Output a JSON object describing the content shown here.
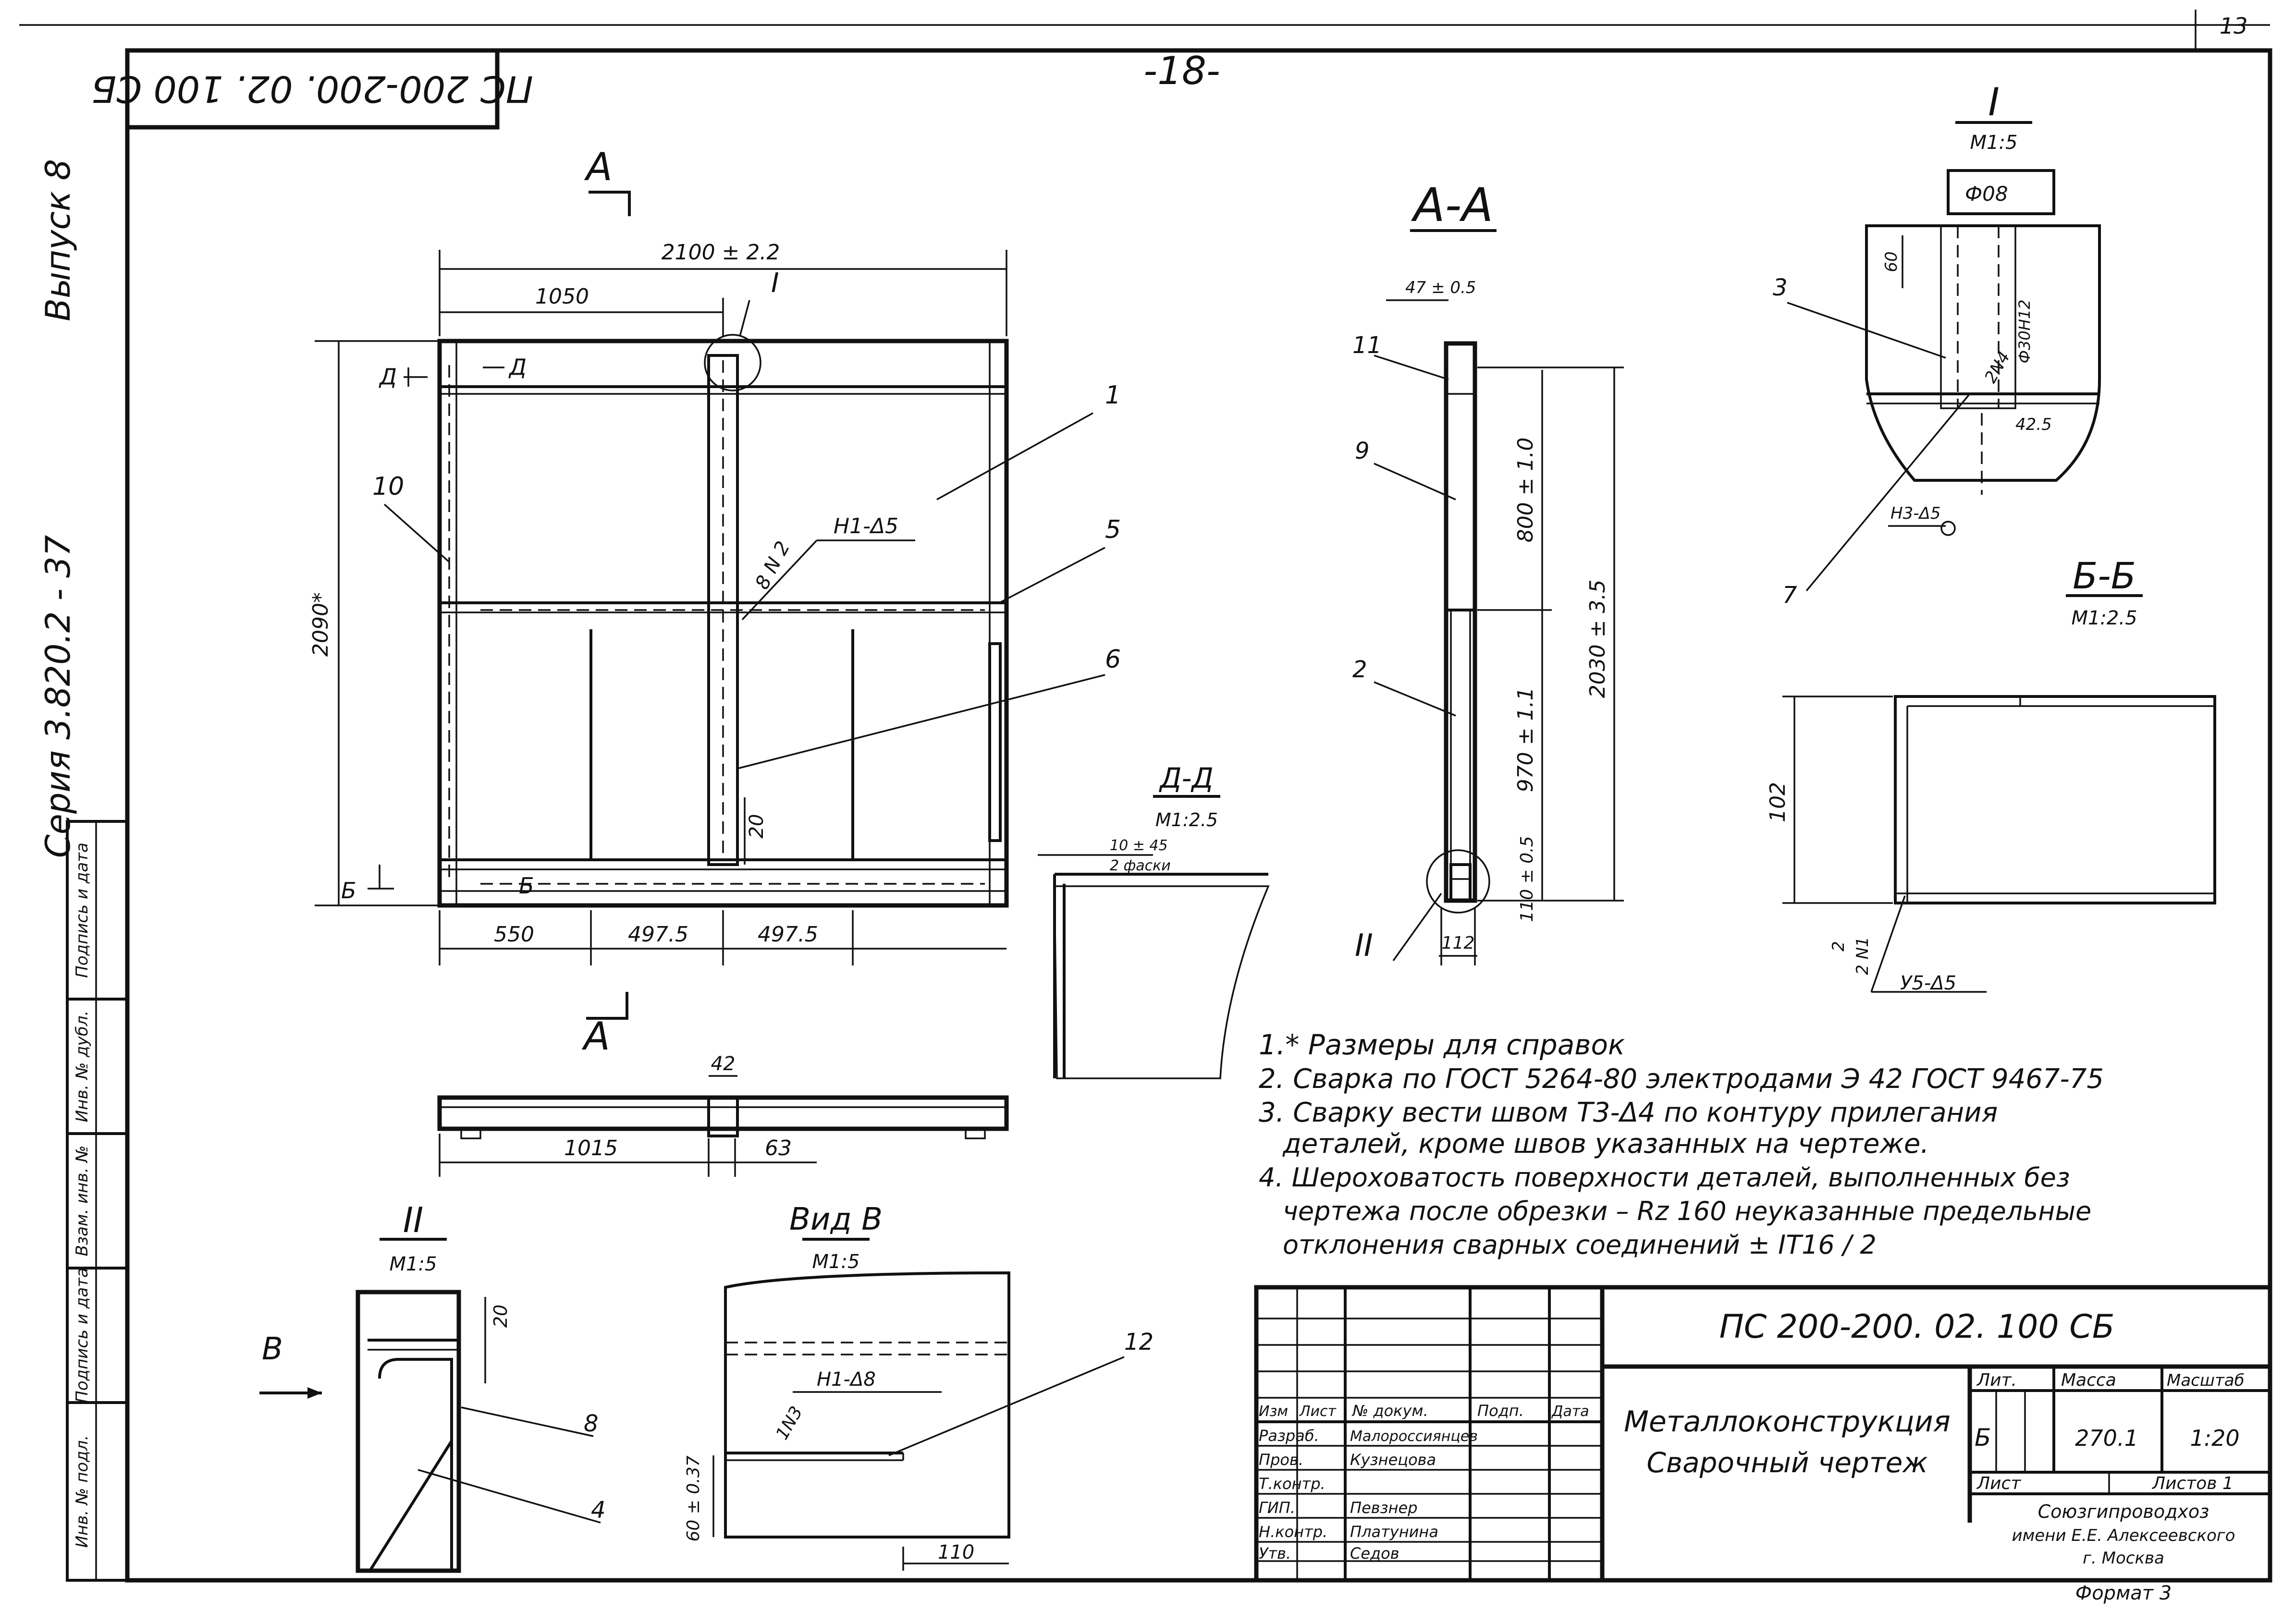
{
  "header": {
    "page_marker": "-18-",
    "corner_number": "13",
    "mirrored_code": "ПС 200-200. 02. 100 СБ",
    "side_series": "Серия 3.820.2 - 37",
    "side_issue": "Выпуск 8"
  },
  "side_stamp": {
    "cells": [
      "Инв. № подл.",
      "Подпись и дата",
      "Взам. инв. №",
      "Инв. № дубл.",
      "Подпись и дата"
    ]
  },
  "main_view": {
    "section_mark_top": "А",
    "section_mark_bottom": "А",
    "detail_mark": "I",
    "overall_width": "2100 ± 2.2",
    "half_width": "1050",
    "height": "2090*",
    "cut_left": "Д",
    "cut_right": "Д",
    "bottom_cut_left": "Б",
    "bottom_cut_right": "Б",
    "bottom_dims": [
      "550",
      "497.5",
      "497.5"
    ],
    "gap_dim": "20",
    "weld_label": "Н1-Δ5",
    "weld_count": "8 N 2",
    "callouts": [
      "1",
      "5",
      "6",
      "10"
    ]
  },
  "plan_view": {
    "dims": [
      "1015",
      "63",
      "42"
    ]
  },
  "section_aa": {
    "title": "А-А",
    "dim_top": "47 ± 0.5",
    "dim_upper": "800 ± 1.0",
    "dim_total": "2030 ± 3.5",
    "dim_lower": "970 ± 1.1",
    "dim_bottom": "110 ± 0.5",
    "dim_base": "112",
    "detail_mark": "II",
    "callouts": [
      "11",
      "9",
      "2"
    ]
  },
  "detail_i": {
    "title": "I",
    "scale": "М1:5",
    "hole": "Ф08",
    "dims": [
      "60",
      "Ф30Н12",
      "42.5"
    ],
    "weld_a": "2N4",
    "weld_b": "Н3-Δ5",
    "callouts": [
      "3",
      "7"
    ]
  },
  "section_bb": {
    "title": "Б-Б",
    "scale": "М1:2.5",
    "dim_height": "102",
    "dims": [
      "2",
      "2 N1"
    ],
    "weld": "У5-Δ5"
  },
  "section_dd": {
    "title": "Д-Д",
    "scale": "М1:2.5",
    "dim": "10 ± 45",
    "note": "2 фаски"
  },
  "detail_ii": {
    "title": "II",
    "scale": "М1:5",
    "dim": "20",
    "arrow_label": "В",
    "callouts": [
      "8",
      "4"
    ]
  },
  "view_b": {
    "title": "Вид В",
    "scale": "М1:5",
    "weld": "Н1-Δ8",
    "weld_tag": "1N3",
    "dim_height": "60 ± 0.37",
    "dim_width": "110",
    "callouts": [
      "12"
    ]
  },
  "notes": [
    "1.* Размеры для справок",
    "2. Сварка по ГОСТ 5264-80 электродами Э 42 ГОСТ 9467-75",
    "3. Сварку вести швом Т3-Δ4 по контуру прилегания",
    "деталей, кроме швов указанных на чертеже.",
    "4. Шероховатость поверхности деталей, выполненных без",
    "чертежа после обрезки – Rz 160 неуказанные предельные",
    "отклонения сварных соединений ± IT16 / 2"
  ],
  "title_block": {
    "code": "ПС 200-200. 02. 100 СБ",
    "name_line1": "Металлоконструкция",
    "name_line2": "Сварочный чертеж",
    "header_izm": "Изм",
    "header_list": "Лист",
    "header_doc": "№ докум.",
    "header_podp": "Подп.",
    "header_data": "Дата",
    "roles": [
      {
        "role": "Разраб.",
        "name": "Малороссиянцев"
      },
      {
        "role": "Пров.",
        "name": "Кузнецова"
      },
      {
        "role": "Т.контр.",
        "name": ""
      },
      {
        "role": "ГИП.",
        "name": "Певзнер"
      },
      {
        "role": "Н.контр.",
        "name": "Платунина"
      },
      {
        "role": "Утв.",
        "name": "Седов"
      }
    ],
    "lit_label": "Лит.",
    "mass_label": "Масса",
    "scale_label": "Масштаб",
    "lit_value": "Б",
    "mass_value": "270.1",
    "scale_value": "1:20",
    "sheet_label": "Лист",
    "sheets_label": "Листов 1",
    "org_line1": "Союзгипроводхоз",
    "org_line2": "имени Е.Е. Алексеевского",
    "org_line3": "г. Москва",
    "format": "Формат 3"
  }
}
